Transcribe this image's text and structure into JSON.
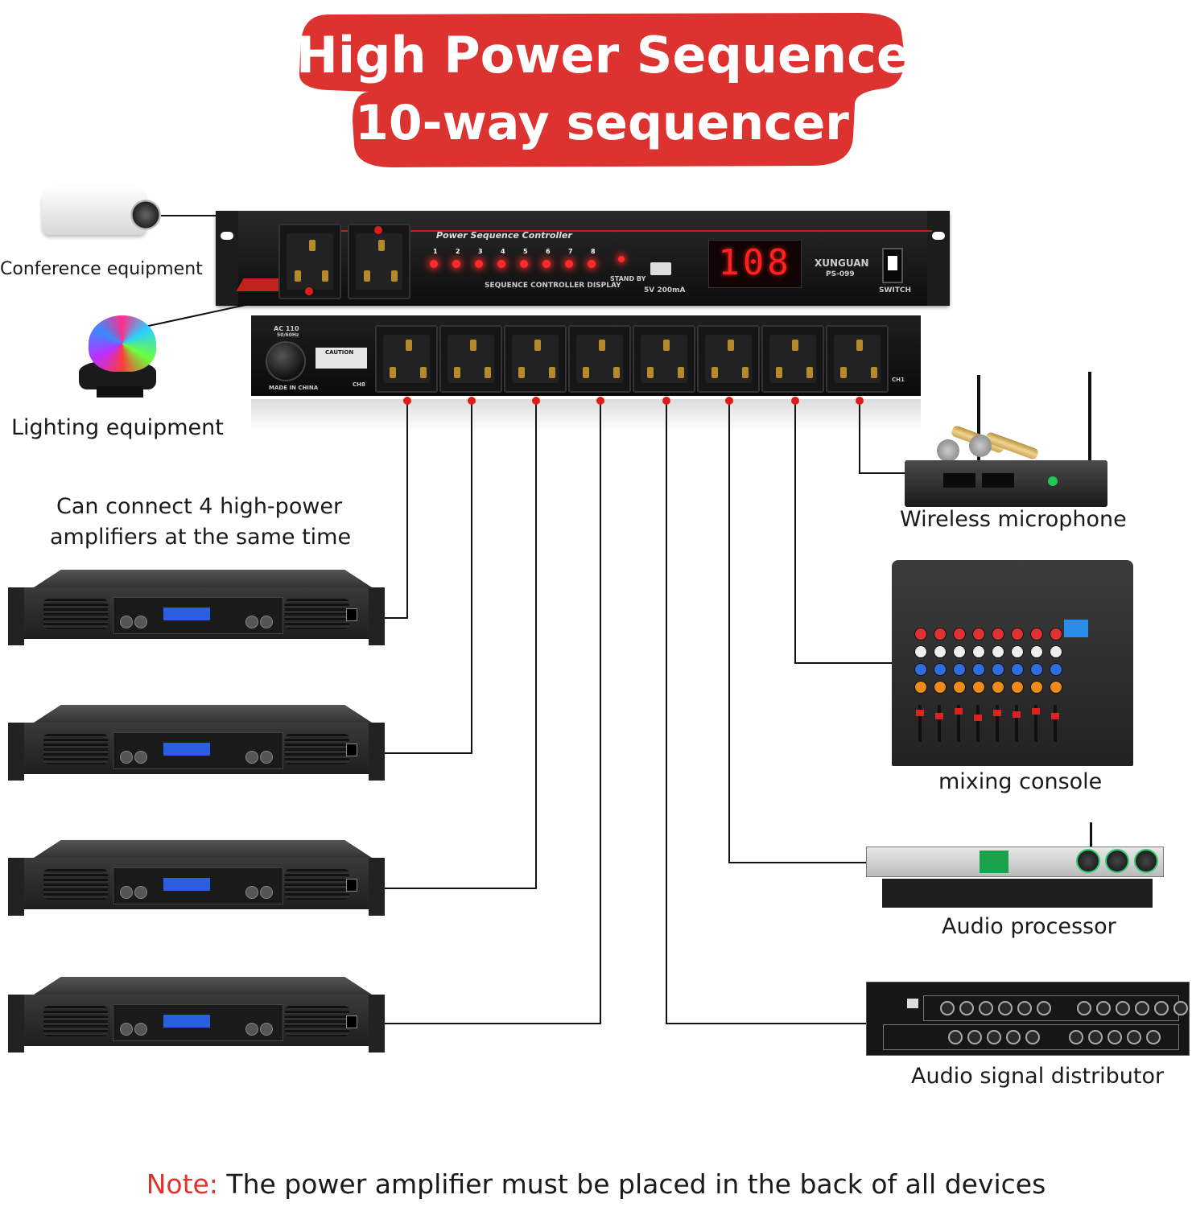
{
  "title": {
    "line1": "High Power Sequencer",
    "line2": "10-way sequencer"
  },
  "colors": {
    "banner_red": "#dd3330",
    "wire_red_dot": "#e01b1b",
    "led_red": "#ff2a2a",
    "note_red": "#e0332d",
    "amp_lcd_blue": "#2a5fe0"
  },
  "sequencer": {
    "top_panel_label": "Power Sequence Controller",
    "display_label": "SEQUENCE CONTROLLER DISPLAY",
    "led_numbers": [
      "1",
      "2",
      "3",
      "4",
      "5",
      "6",
      "7",
      "8"
    ],
    "standby_label": "STAND BY",
    "usb_label": "5V 200mA",
    "display_value": "108",
    "brand": "XUNGUAN",
    "model": "PS-099",
    "switch_label": "SWITCH",
    "ac_label": "AC 110",
    "ac_freq": "50/60Hz",
    "caution_label": "CAUTION",
    "made_in": "MADE IN CHINA",
    "ch8_label": "CH8",
    "ch1_label": "CH1"
  },
  "left_devices": {
    "conference": "Conference equipment",
    "lighting": "Lighting equipment",
    "amplifier_note_line1": "Can connect 4 high-power",
    "amplifier_note_line2": "amplifiers at the same time"
  },
  "right_devices": {
    "wireless_mic": "Wireless microphone",
    "mixing_console": "mixing console",
    "audio_processor": "Audio processor",
    "signal_distributor": "Audio signal distributor"
  },
  "icons": {
    "projector": "projector-icon",
    "disco_light": "disco-light-icon",
    "amplifier": "power-amplifier-icon",
    "wireless_receiver": "wireless-receiver-icon",
    "mixer": "mixer-icon",
    "processor": "audio-processor-icon",
    "distributor": "signal-distributor-icon"
  },
  "note": {
    "prefix": "Note:",
    "text": " The power amplifier must be placed in the back of all devices"
  }
}
